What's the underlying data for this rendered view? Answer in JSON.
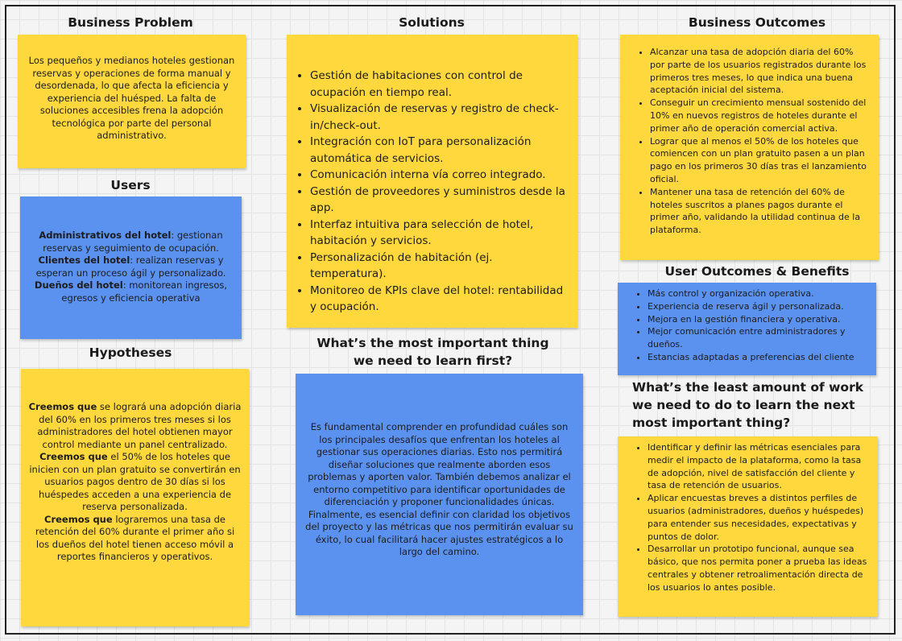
{
  "sections": {
    "business_problem": {
      "title": "Business Problem",
      "text": "Los pequeños y medianos hoteles gestionan reservas y operaciones de forma manual y desordenada, lo que afecta la eficiencia y experiencia del huésped. La falta de soluciones accesibles frena la adopción tecnológica por parte del personal administrativo."
    },
    "users": {
      "title": "Users",
      "items": [
        {
          "bold": "Administrativos del hotel",
          "text": ": gestionan reservas y seguimiento de ocupación."
        },
        {
          "bold": "Clientes del hotel",
          "text": ": realizan reservas y esperan un proceso ágil y personalizado."
        },
        {
          "bold": "Dueños del hotel",
          "text": ": monitorean ingresos, egresos y eficiencia operativa"
        }
      ]
    },
    "hypotheses": {
      "title": "Hypotheses",
      "items": [
        {
          "bold": "Creemos que",
          "text": " se logrará una adopción diaria del 60% en los primeros tres meses si los administradores del hotel obtienen mayor control mediante un panel centralizado."
        },
        {
          "bold": "Creemos que",
          "text": " el 50% de los hoteles que inicien con un plan gratuito se convertirán en usuarios pagos dentro de 30 días si los huéspedes acceden a una experiencia de reserva personalizada."
        },
        {
          "bold": "Creemos que",
          "text": " lograremos una tasa de retención del 60% durante el primer año si los dueños del hotel tienen acceso móvil a reportes financieros y operativos."
        }
      ]
    },
    "solutions": {
      "title": "Solutions",
      "items": [
        "Gestión de habitaciones con control de ocupación en tiempo real.",
        "Visualización de reservas y registro de check-in/check-out.",
        "Integración con IoT para personalización automática de servicios.",
        "Comunicación interna vía correo integrado.",
        "Gestión de proveedores y suministros desde la app.",
        "Interfaz intuitiva para selección de hotel, habitación y servicios.",
        "Personalización de habitación (ej. temperatura).",
        "Monitoreo de KPIs clave del hotel: rentabilidad y ocupación."
      ]
    },
    "learn_first": {
      "title": "What’s the most important thing we need to learn first?",
      "text": "Es fundamental comprender en profundidad cuáles son los principales desafíos que enfrentan los hoteles al gestionar sus operaciones diarias. Esto nos permitirá diseñar soluciones que realmente aborden esos problemas y aporten valor. También debemos analizar el entorno competitivo para identificar oportunidades de diferenciación y proponer funcionalidades únicas. Finalmente, es esencial definir con claridad los objetivos del proyecto y las métricas que nos permitirán evaluar su éxito, lo cual facilitará hacer ajustes estratégicos a lo largo del camino."
    },
    "business_outcomes": {
      "title": "Business Outcomes",
      "items": [
        "Alcanzar una tasa de adopción diaria del 60% por parte de los usuarios registrados durante los primeros tres meses, lo que indica una buena aceptación inicial del sistema.",
        "Conseguir un crecimiento mensual sostenido del 10% en nuevos registros de hoteles durante el primer año de operación comercial activa.",
        "Lograr que al menos el 50% de los hoteles que comiencen con un plan gratuito pasen a un plan pago en los primeros 30 días tras el lanzamiento oficial.",
        "Mantener una tasa de retención del 60% de hoteles suscritos a planes pagos durante el primer año, validando la utilidad continua de la plataforma."
      ]
    },
    "user_outcomes": {
      "title": "User Outcomes & Benefits",
      "items": [
        "Más control y organización operativa.",
        "Experiencia de reserva ágil y personalizada.",
        "Mejora en la gestión financiera y operativa.",
        "Mejor comunicación entre administradores y dueños.",
        "Estancias adaptadas a preferencias del cliente"
      ]
    },
    "least_work": {
      "title": "What’s the least amount of work we need to do to learn the next most important thing?",
      "items": [
        "Identificar y definir las métricas esenciales para medir el impacto de la plataforma, como la tasa de adopción, nivel de satisfacción del cliente y tasa de retención de usuarios.",
        "Aplicar encuestas breves a distintos perfiles de usuarios (administradores, dueños y huéspedes) para entender sus necesidades, expectativas y puntos de dolor.",
        "Desarrollar un prototipo funcional, aunque sea básico, que nos permita poner a prueba las ideas centrales y obtener retroalimentación directa de los usuarios lo antes posible."
      ]
    }
  },
  "colors": {
    "yellow": "#ffd83d",
    "blue": "#5b92ef"
  }
}
